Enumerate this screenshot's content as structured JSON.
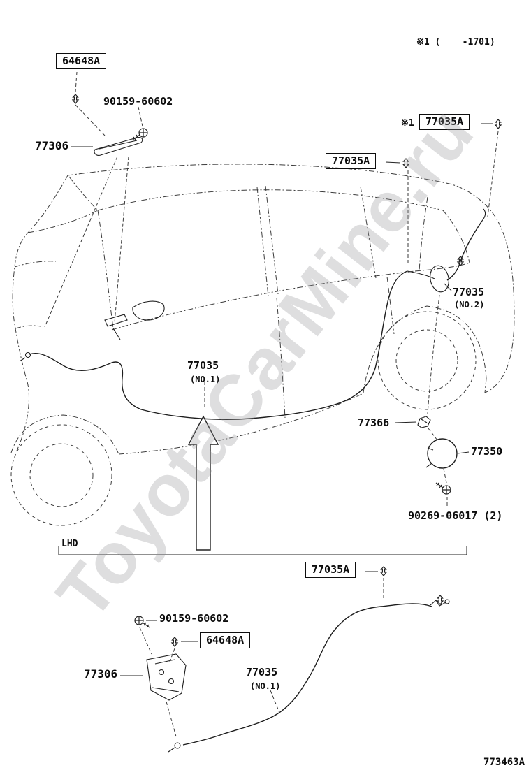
{
  "meta": {
    "revision_note": "※1 (    -1701)",
    "diagram_code": "773463A",
    "watermark": "ToyotaCarMine.ru",
    "section_label": "LHD"
  },
  "callouts": {
    "clip_top": {
      "text": "64648A"
    },
    "screw_top": {
      "text": "90159-60602"
    },
    "bezel_top": {
      "text": "77306"
    },
    "clip_ref": {
      "prefix": "※1",
      "text": "77035A"
    },
    "clip_mid": {
      "text": "77035A"
    },
    "cable_no2": {
      "text": "77035",
      "sub": "(NO.2)"
    },
    "cable_no1": {
      "text": "77035",
      "sub": "(NO.1)"
    },
    "clamp": {
      "text": "77366"
    },
    "lid_lock": {
      "text": "77350"
    },
    "screw_lock": {
      "text": "90269-06017 (2)"
    },
    "clip_bottom": {
      "text": "77035A"
    },
    "screw_bottom": {
      "text": "90159-60602"
    },
    "grommet_bottom": {
      "text": "64648A"
    },
    "bezel_bottom": {
      "text": "77306"
    },
    "cable_bottom": {
      "text": "77035",
      "sub": "(NO.1)"
    }
  }
}
